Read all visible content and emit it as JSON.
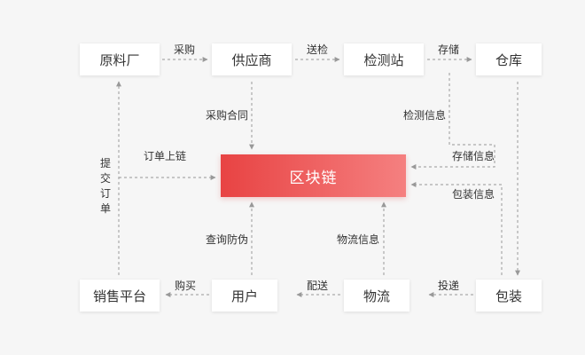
{
  "nodes": {
    "raw_material": "原料厂",
    "supplier": "供应商",
    "inspection": "检测站",
    "warehouse": "仓库",
    "blockchain": "区块链",
    "sales_platform": "销售平台",
    "user": "用户",
    "logistics": "物流",
    "packaging": "包装"
  },
  "edges": {
    "purchase": "采购",
    "send_inspection": "送检",
    "storage": "存储",
    "purchase_contract": "采购合同",
    "inspection_info": "检测信息",
    "storage_info": "存储信息",
    "order_onchain": "订单上链",
    "submit_order": "提交订单",
    "packaging_info": "包装信息",
    "query_anticounterfeit": "查询防伪",
    "logistics_info": "物流信息",
    "buy": "购买",
    "deliver": "配送",
    "dispatch": "投递"
  },
  "colors": {
    "arrow": "#999999",
    "chain_start": "#e84343",
    "chain_end": "#f58080"
  }
}
